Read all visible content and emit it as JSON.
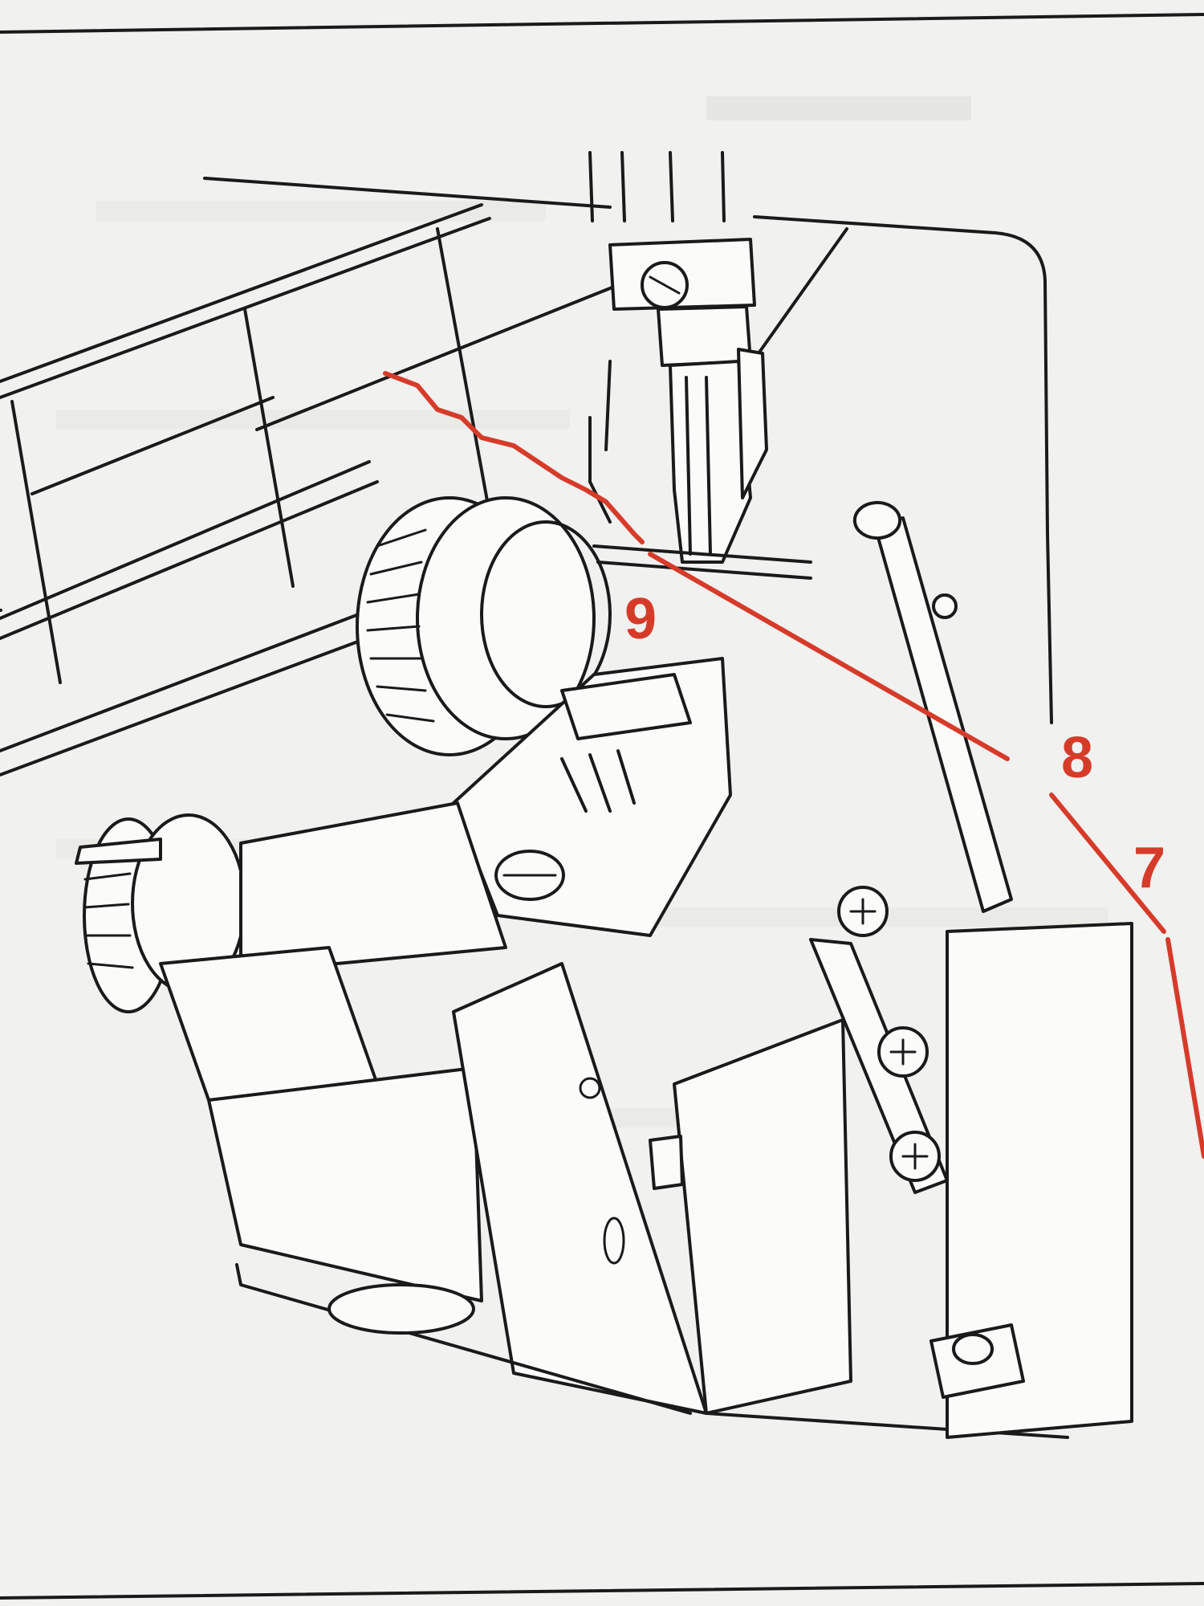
{
  "diagram": {
    "steps": [
      {
        "label": "9"
      },
      {
        "label": "8"
      },
      {
        "label": "7"
      }
    ],
    "thread_color": "#d63b2a",
    "ink_color": "#1a1a1a",
    "paper_color": "#f1f1ef"
  }
}
